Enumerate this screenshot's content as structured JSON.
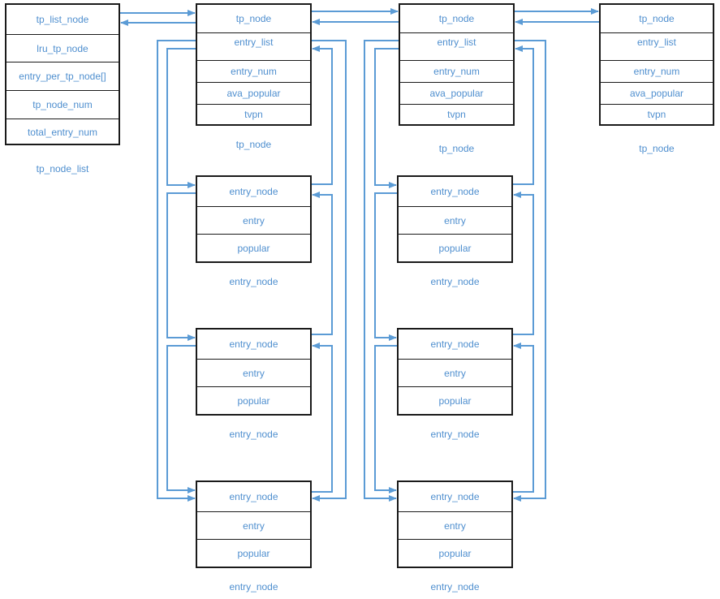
{
  "tp_node_list": {
    "caption": "tp_node_list",
    "fields": [
      "tp_list_node",
      "lru_tp_node",
      "entry_per_tp_node[]",
      "tp_node_num",
      "total_entry_num"
    ]
  },
  "tp_nodes": [
    {
      "caption": "tp_node",
      "fields": [
        "tp_node",
        "entry_list",
        "entry_num",
        "ava_popular",
        "tvpn"
      ]
    },
    {
      "caption": "tp_node",
      "fields": [
        "tp_node",
        "entry_list",
        "entry_num",
        "ava_popular",
        "tvpn"
      ]
    },
    {
      "caption": "tp_node",
      "fields": [
        "tp_node",
        "entry_list",
        "entry_num",
        "ava_popular",
        "tvpn"
      ]
    }
  ],
  "entry_columns": [
    {
      "nodes": [
        {
          "caption": "entry_node",
          "fields": [
            "entry_node",
            "entry",
            "popular"
          ]
        },
        {
          "caption": "entry_node",
          "fields": [
            "entry_node",
            "entry",
            "popular"
          ]
        },
        {
          "caption": "entry_node",
          "fields": [
            "entry_node",
            "entry",
            "popular"
          ]
        }
      ]
    },
    {
      "nodes": [
        {
          "caption": "entry_node",
          "fields": [
            "entry_node",
            "entry",
            "popular"
          ]
        },
        {
          "caption": "entry_node",
          "fields": [
            "entry_node",
            "entry",
            "popular"
          ]
        },
        {
          "caption": "entry_node",
          "fields": [
            "entry_node",
            "entry",
            "popular"
          ]
        }
      ]
    }
  ],
  "colors": {
    "text": "#4f8fcf",
    "arrow": "#5b9bd5",
    "border": "#1a1a1a"
  }
}
